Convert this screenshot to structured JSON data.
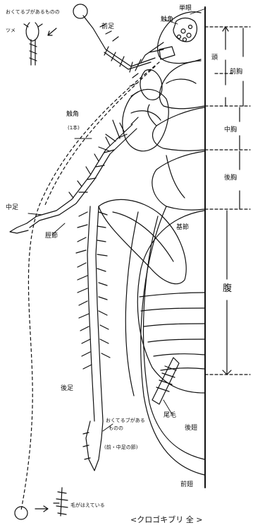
{
  "labels": {
    "top_note": "おくてるブがあるものの",
    "top_note2": "ツメ",
    "front_leg": "前足",
    "antenna_root": "触角",
    "head": "頭",
    "prothorax": "前胸",
    "mesothorax": "中胸",
    "metathorax": "後胸",
    "abdomen": "腹",
    "antenna": "触角",
    "antenna_sub": "(1本)",
    "middle_leg": "中足",
    "tibia": "脛節",
    "coxa": "基節",
    "hind_leg": "後足",
    "tail_hair": "尾毛",
    "wing_note": "おくてるブがある",
    "wing_note2": "ものの",
    "wing_note3": "(前・中足の節)",
    "hind_wing": "後翅",
    "front_wing": "前翅",
    "bottom_note": "毛がはえている",
    "caption": "<クロゴキブリ 全 >"
  },
  "colors": {
    "ink": "#111111",
    "paper": "#ffffff"
  },
  "icons": [
    "magnifier-circle-icon",
    "arrow-icon"
  ]
}
